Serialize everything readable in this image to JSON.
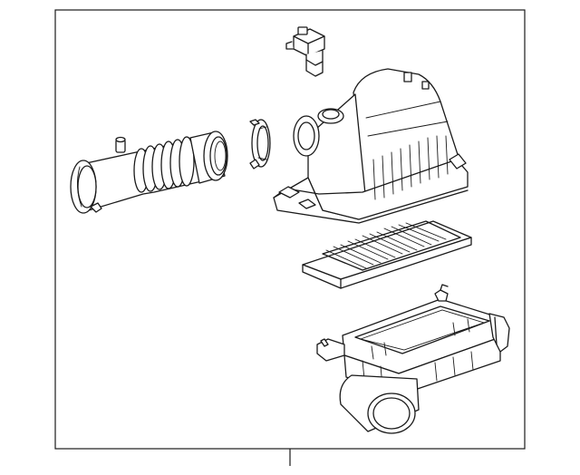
{
  "diagram": {
    "colors": {
      "line": "#1a1a1a",
      "background": "#ffffff",
      "frame": "#1a1a1a"
    },
    "parts": [
      {
        "id": "intake-hose",
        "label": ""
      },
      {
        "id": "hose-clamp-ring",
        "label": ""
      },
      {
        "id": "mass-air-flow-sensor",
        "label": ""
      },
      {
        "id": "air-cleaner-upper-cover",
        "label": ""
      },
      {
        "id": "air-filter-element",
        "label": ""
      },
      {
        "id": "air-cleaner-lower-case",
        "label": ""
      }
    ]
  }
}
